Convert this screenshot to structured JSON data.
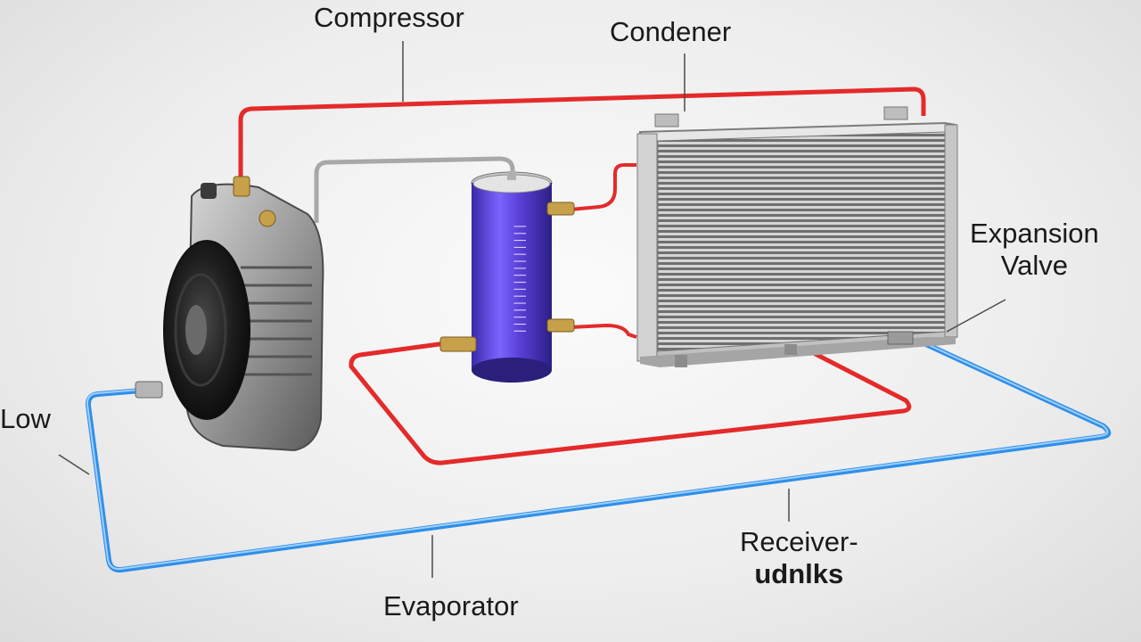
{
  "labels": {
    "compressor": "Compressor",
    "condener": "Condener",
    "expansion_line1": "Expansion",
    "expansion_line2": "Valve",
    "low": "Low",
    "receiver_line1": "Receiver-",
    "receiver_line2": "udnlks",
    "evaporator": "Evaporator"
  },
  "colors": {
    "high_pressure_line": "#e42a2a",
    "low_pressure_line": "#2f8fe8",
    "receiver_tank": "#5a3fd6",
    "background": "#f2f2f2"
  }
}
